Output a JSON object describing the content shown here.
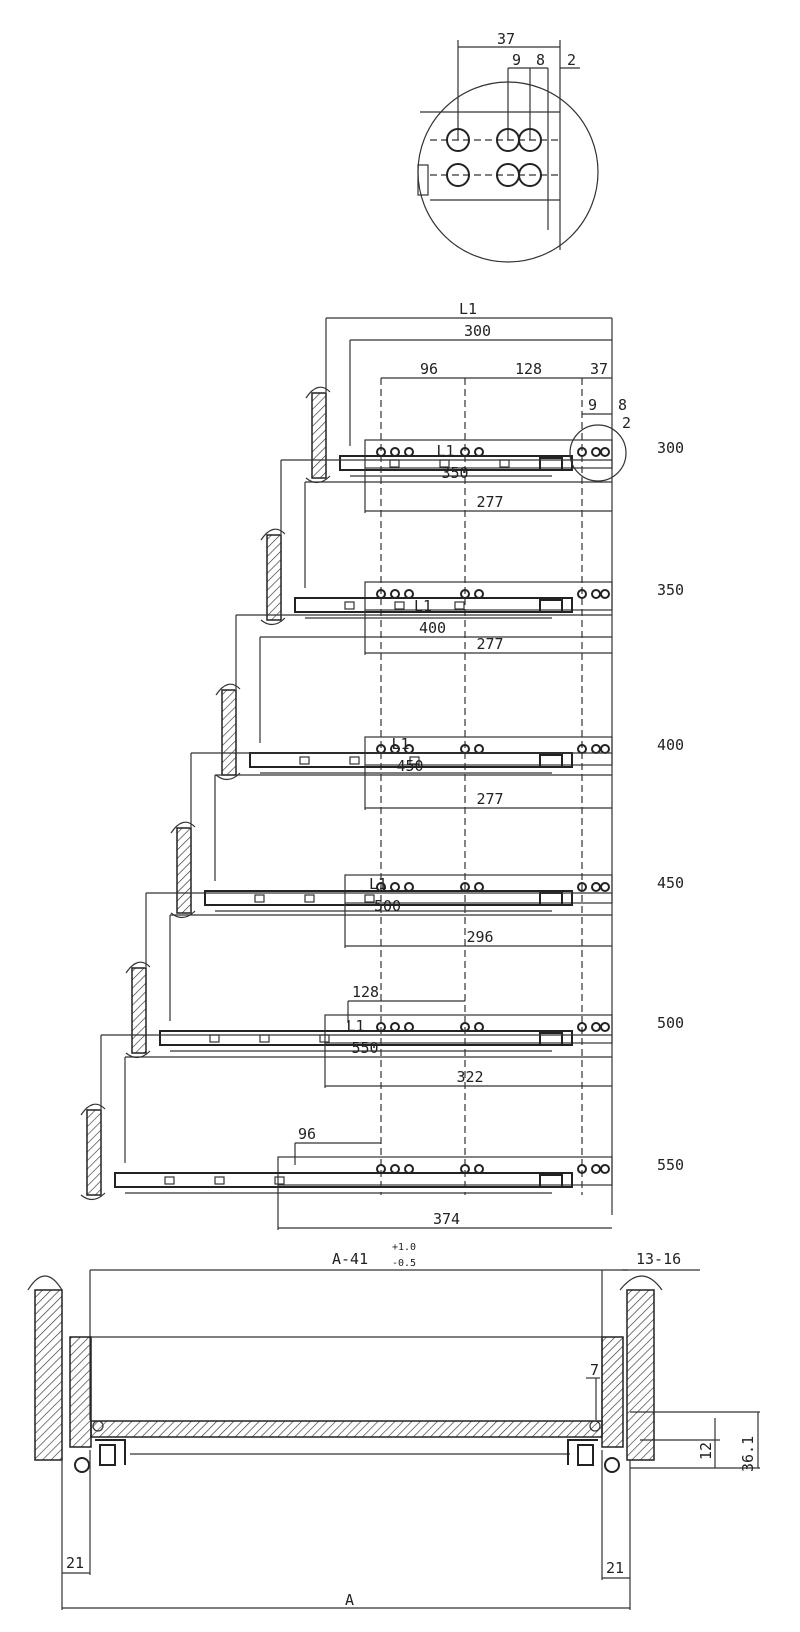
{
  "detail": {
    "dims": [
      "37",
      "9",
      "8",
      "2"
    ]
  },
  "rows": [
    {
      "size_label": "300",
      "l1": "L1",
      "length": "300",
      "bottom": "277",
      "extra": [
        "96",
        "128",
        "37",
        "9",
        "8",
        "2"
      ]
    },
    {
      "size_label": "350",
      "l1": "L1",
      "length": "350",
      "bottom": "277",
      "extra": []
    },
    {
      "size_label": "400",
      "l1": "L1",
      "length": "400",
      "bottom": "277",
      "extra": []
    },
    {
      "size_label": "450",
      "l1": "L1",
      "length": "450",
      "bottom": "296",
      "extra": []
    },
    {
      "size_label": "500",
      "l1": "L1",
      "length": "500",
      "bottom": "322",
      "extra": [
        "128"
      ]
    },
    {
      "size_label": "550",
      "l1": "L1",
      "length": "550",
      "bottom": "374",
      "extra": [
        "96"
      ]
    }
  ],
  "section": {
    "width_dim": "A-41",
    "tol_plus": "+1.0",
    "tol_minus": "-0.5",
    "side_gap": "13-16",
    "small_dim": "7",
    "height_12": "12",
    "height_36": "36.1",
    "left_21": "21",
    "right_21": "21",
    "overall": "A"
  }
}
